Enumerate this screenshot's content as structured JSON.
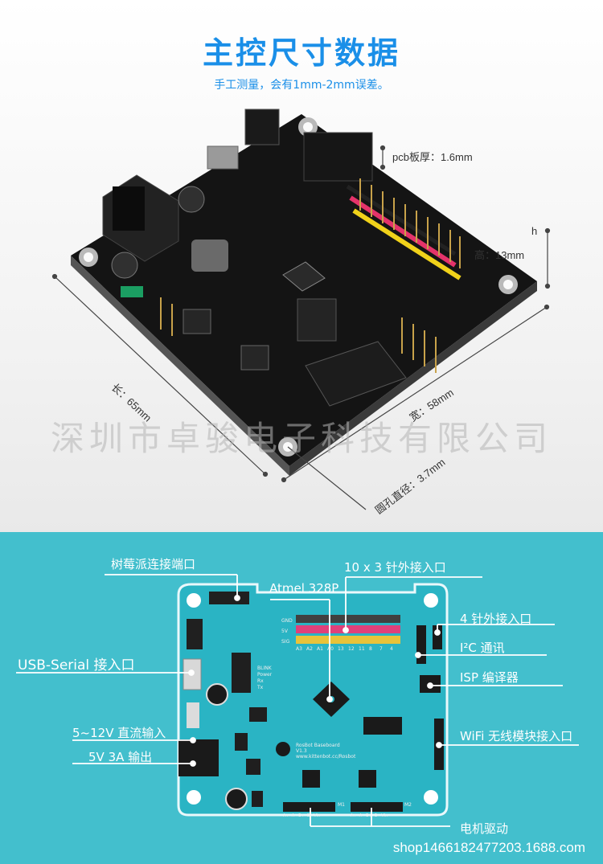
{
  "header": {
    "title": "主控尺寸数据",
    "subtitle": "手工测量，会有1mm-2mm误差。"
  },
  "dimensions": {
    "pcb_thickness": "pcb板厚：1.6mm",
    "h_letter": "h",
    "height": "高：13mm",
    "length": "长：65mm",
    "width": "宽：58mm",
    "hole_diameter": "圆孔直径：3.7mm"
  },
  "watermark": "深圳市卓骏电子科技有限公司",
  "board": {
    "silk_model": "RosBot Baseboard",
    "silk_version": "V1.3",
    "silk_url": "www.kittenbot.cc/Rosbot",
    "row_labels": [
      "GND",
      "5V",
      "SIG"
    ],
    "pin_labels": [
      "A3",
      "A2",
      "A1",
      "A0",
      "13",
      "12",
      "11",
      "8",
      "7",
      "4"
    ],
    "led_labels": [
      "BLINK",
      "Power",
      "Rx",
      "Tx"
    ],
    "motor1": "M1",
    "motor2": "M2",
    "motor_pins": "A+  A-  B+  B-  Vin"
  },
  "callouts": {
    "raspberry_pi": "树莓派连接端口",
    "atmel": "Atmel 328P",
    "headers_10x3": "10 x 3 针外接入口",
    "headers_4pin": "4 针外接入口",
    "i2c": "I²C 通讯",
    "isp": "ISP 编译器",
    "usb_serial": "USB-Serial 接入口",
    "dc_input": "5~12V 直流输入",
    "output": "5V 3A 输出",
    "wifi": "WiFi 无线模块接入口",
    "motor_driver": "电机驱动"
  },
  "footer": "shop1466182477203.1688.com",
  "colors": {
    "title_blue": "#1a8fe8",
    "cyan_bg": "#43bfcd",
    "pcb_cyan": "#2ab4c4"
  }
}
